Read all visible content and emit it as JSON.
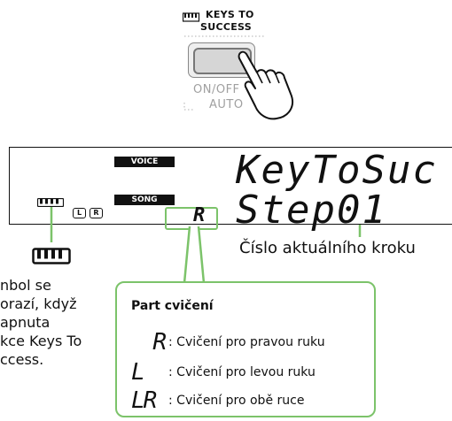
{
  "button": {
    "title_line1": "KEYS TO",
    "title_line2": "SUCCESS",
    "on_off_label": "ON/OFF",
    "auto_label": "AUTO",
    "keys_icon": "keyboard-icon",
    "hand_icon": "pointing-hand-icon"
  },
  "display": {
    "voice_label": "VOICE",
    "song_label": "SONG",
    "lcd_line1": "KeyToSuc",
    "lcd_line2": "Step01",
    "part_indicator": "R",
    "left_label": "L",
    "right_label": "R",
    "step_caption": "Číslo aktuálního kroku"
  },
  "left_note": {
    "lines": [
      "nbol se",
      "orazí, když",
      "apnuta",
      "kce Keys To",
      "ccess."
    ]
  },
  "callout": {
    "title": "Part cvičení",
    "items": [
      {
        "symbol": "R",
        "text": ": Cvičení pro pravou ruku"
      },
      {
        "symbol": "L",
        "text": ": Cvičení pro levou ruku"
      },
      {
        "symbol": "LR",
        "text": ": Cvičení pro obě ruce"
      }
    ]
  },
  "colors": {
    "accent_green": "#7cc36a",
    "lcd_dark": "#111111"
  }
}
